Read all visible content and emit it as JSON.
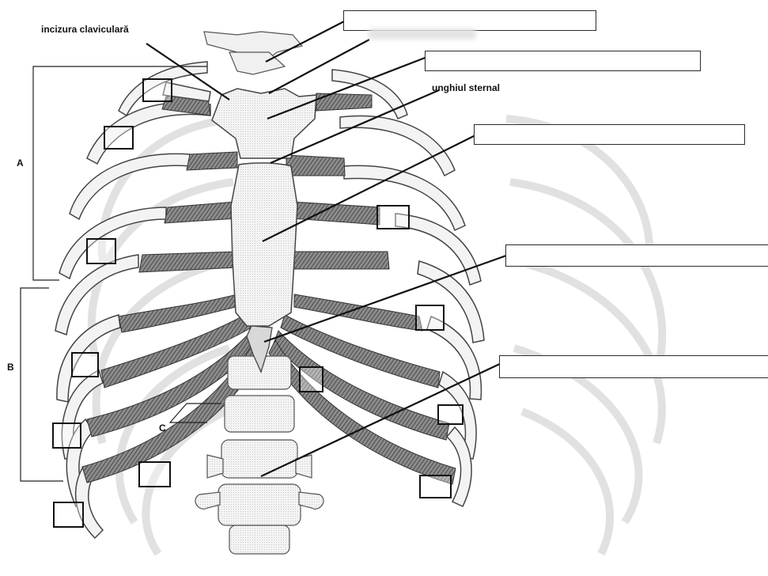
{
  "labels": {
    "clavicular_notch": "incizura claviculară",
    "sternal_angle": "unghiul sternal"
  },
  "regions": {
    "a": "A",
    "b": "B",
    "c": "C"
  },
  "colors": {
    "ink": "#111111",
    "bone_light": "#f2f2f2",
    "cartilage_dark": "#5a5a5a",
    "bone_outline": "#4a4a4a"
  }
}
